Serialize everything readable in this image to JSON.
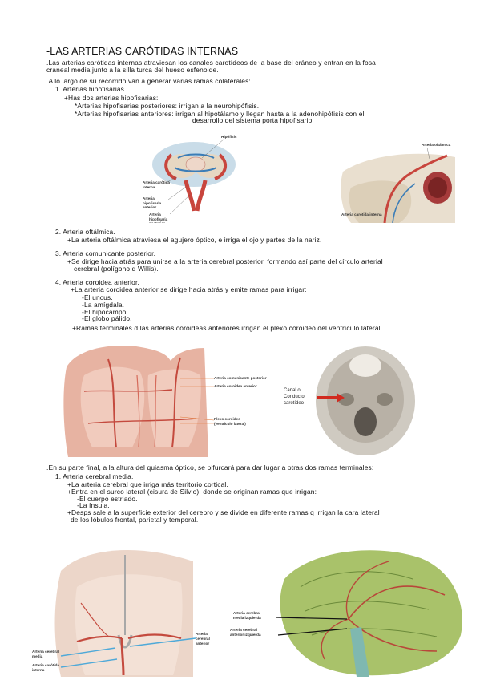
{
  "title": "-LAS ARTERIAS CARÓTIDAS INTERNAS",
  "intro": [
    ".Las arterias carótidas internas atraviesan los canales carotídeos de la base del cráneo y entran en la fosa",
    "craneal media junto a la silla turca del hueso esfenoide."
  ],
  "recorrido_intro": ".A lo largo de su recorrido van a generar varias ramas colaterales:",
  "s1": {
    "heading": "1. Arterias hipofisarias.",
    "bullet": "+Has dos arterias hipofisarias:",
    "items": [
      "*Arterias hipofisarias posteriores: irrigan a la neurohipófisis.",
      "*Arterias hipofisarias anteriores: irrigan al hipotálamo y llegan hasta a la adenohipófisis con el",
      "desarrollo del sistema porta hipofisario"
    ]
  },
  "fig1": {
    "hipofisis": "Hipófisis",
    "carotida": "Arteria carótida interna",
    "hip_ant": "Arteria hipofisaria anterior",
    "hip_post": "Arteria hipofisaria posterior"
  },
  "fig2": {
    "oftalmica": "Arteria oftálmica",
    "carotida": "Arteria carótida interna"
  },
  "s2": {
    "heading": "2. Arteria oftálmica.",
    "bullet": "+La arteria oftálmica atraviesa el agujero óptico, e irriga el ojo y partes de la nariz."
  },
  "s3": {
    "heading": "3. Arteria comunicante posterior.",
    "lines": [
      "+Se dirige hacia atrás para unirse a la arteria cerebral posterior, formando así parte del círculo arterial",
      "cerebral (polígono d Willis)."
    ]
  },
  "s4": {
    "heading": "4. Arteria coroidea anterior.",
    "bullet": "+La arteria coroidea anterior se dirige hacia atrás y emite ramas para irrigar:",
    "items": [
      "-El uncus.",
      "-La amígdala.",
      "-El hipocampo.",
      "-El globo pálido."
    ],
    "terminal": "+Ramas terminales d las arterias coroideas anteriores irrigan el plexo coroideo del ventrículo lateral."
  },
  "fig3": {
    "comunicante": "Arteria comunicante posterior",
    "coroidea": "Arteria coroidea anterior",
    "plexo1": "Plexo coroideo",
    "plexo2": "(ventrículo lateral)"
  },
  "fig4": {
    "canal1": "Canal o",
    "canal2": "Conducto",
    "canal3": "carotídeo"
  },
  "final_intro": ".En su parte final, a la altura del quiasma óptico, se bifurcará para dar lugar a otras dos ramas terminales:",
  "s5": {
    "heading": "1. Arteria cerebral media.",
    "lines": [
      "+La arteria cerebral que irriga más territorio cortical.",
      "+Entra en el surco lateral (cisura de Silvio), donde se originan ramas que irrigan:",
      "-El cuerpo estriado.",
      "-La ínsula.",
      "+Desps sale a la superficie exterior del cerebro y se divide en diferente ramas q irrigan la cara lateral",
      "de los lóbulos frontal, parietal y temporal."
    ]
  },
  "fig5": {
    "acm1": "Arteria cerebral",
    "acm2": "media",
    "aci1": "Arteria carótida",
    "aci2": "interna",
    "aca1": "Arteria",
    "aca2": "cerebral",
    "aca3": "anterior"
  },
  "fig6": {
    "media1": "Arteria cerebral",
    "media2": "media izquierda",
    "ant1": "Arteria cerebral",
    "ant2": "anterior izquierda"
  }
}
